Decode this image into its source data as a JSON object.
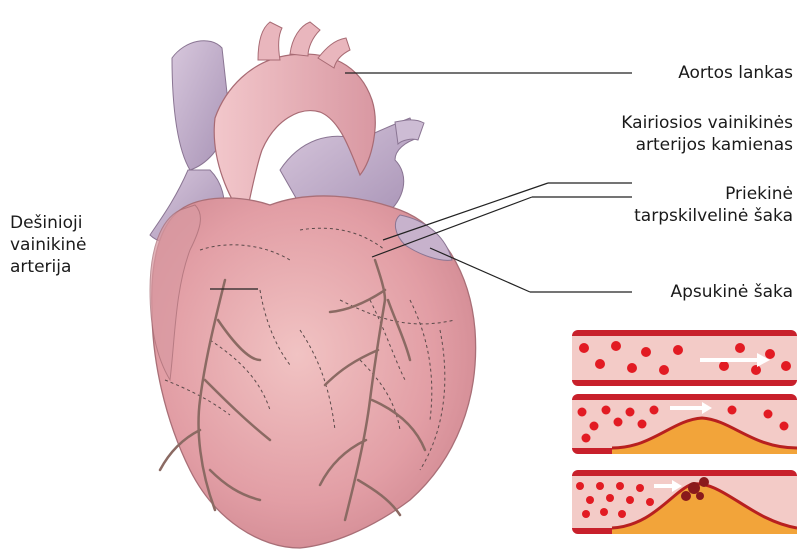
{
  "labels": {
    "aortic_arch": "Aortos lankas",
    "left_main": [
      "Kairiosios vainikinės",
      "arterijos kamienas"
    ],
    "lad": [
      "Priekinė",
      "tarpskilvelinė šaka"
    ],
    "circumflex": "Apsukinė šaka",
    "right_coronary": [
      "Dešinioji",
      "vainikinė",
      "arterija"
    ]
  },
  "colors": {
    "heart_body": "#e7a9ad",
    "heart_shadow": "#c97f86",
    "vessels_purple": "#b7a2c0",
    "aorta_pink": "#e9b2b8",
    "artery_line": "#8b6a63",
    "vessel_wall": "#c8202b",
    "vessel_lumen": "#f4c9c4",
    "blood_cell": "#e21b23",
    "plaque": "#f2a43a",
    "leader_line": "#222222"
  },
  "icons": [
    "heart-illustration",
    "artery-healthy-icon",
    "artery-narrowed-icon",
    "artery-clot-icon"
  ]
}
